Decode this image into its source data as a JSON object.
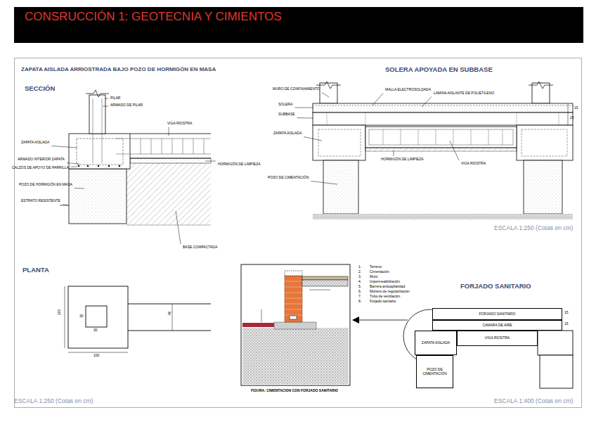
{
  "diagram": {
    "title": "CONSRUCCIÓN 1: GEOTECNIA Y CIMIENTOS",
    "caption": "FIGURA: CIMENTACION CON FORJADO SANITARIO",
    "nodes": [
      {
        "text": [
          "FORJADO SANITARIO"
        ]
      },
      {
        "text": [
          "CAMARA DE AIRE"
        ]
      },
      {
        "text": [
          "VIGA RIOSTRA"
        ]
      },
      {
        "text": [
          "ZAPATA AISLADA"
        ]
      },
      {
        "text": [
          "POZO DE CIMENTACIÓN"
        ]
      }
    ],
    "labels": [
      "ZAPATA AISLADA ARRIOSTRADA BAJO POZO DE HORMIGÓN EN MASA",
      "SECCIÓN",
      "PILAR",
      "ARMADO DE PILAR",
      "VIGA RIOSTRA",
      "ZAPATA AISLADA",
      "ARMADO INTERIOR ZAPATA",
      "CALZOS DE APOYO DE PARRILLA",
      "HORMIGÓN DE LIMPIEZA",
      "POZO DE HORMIGÓN EN MASA",
      "ESTRATO RESISTENTE",
      "BASE COMPACTADA",
      "SOLERA APOYADA EN SUBBASE",
      "MURO DE CONFINAMIENTO",
      "MALLA ELECTROSOLDADA",
      "LAMINA AISLANTE DE POLIETILENO",
      "SOLERA",
      "SUBBASE",
      "ZAPATA AISLADA",
      "HORMIGÓN DE LIMPIEZA",
      "VIGA RIOSTRA",
      "POZO DE CIMENTACIÓN",
      "20",
      "15",
      "ESCALA 1:250 (Cotas en cm)",
      "PLANTA",
      "100",
      "30",
      "30",
      "40",
      "100",
      "ESCALA 1:250 (Cotas en cm)",
      "1.",
      "2.",
      "3.",
      "4.",
      "5.",
      "6.",
      "7.",
      "8.",
      "Terreno",
      "Cimentación",
      "Muro",
      "Impermeabilización",
      "Barrera anticapilaridad",
      "Mortero de regularización",
      "Tubo de ventilación",
      "Forjado sanitario",
      "FORJADO SANITARIO",
      "15",
      "15",
      "ESCALA 1:400 (Cotas en cm)"
    ]
  }
}
